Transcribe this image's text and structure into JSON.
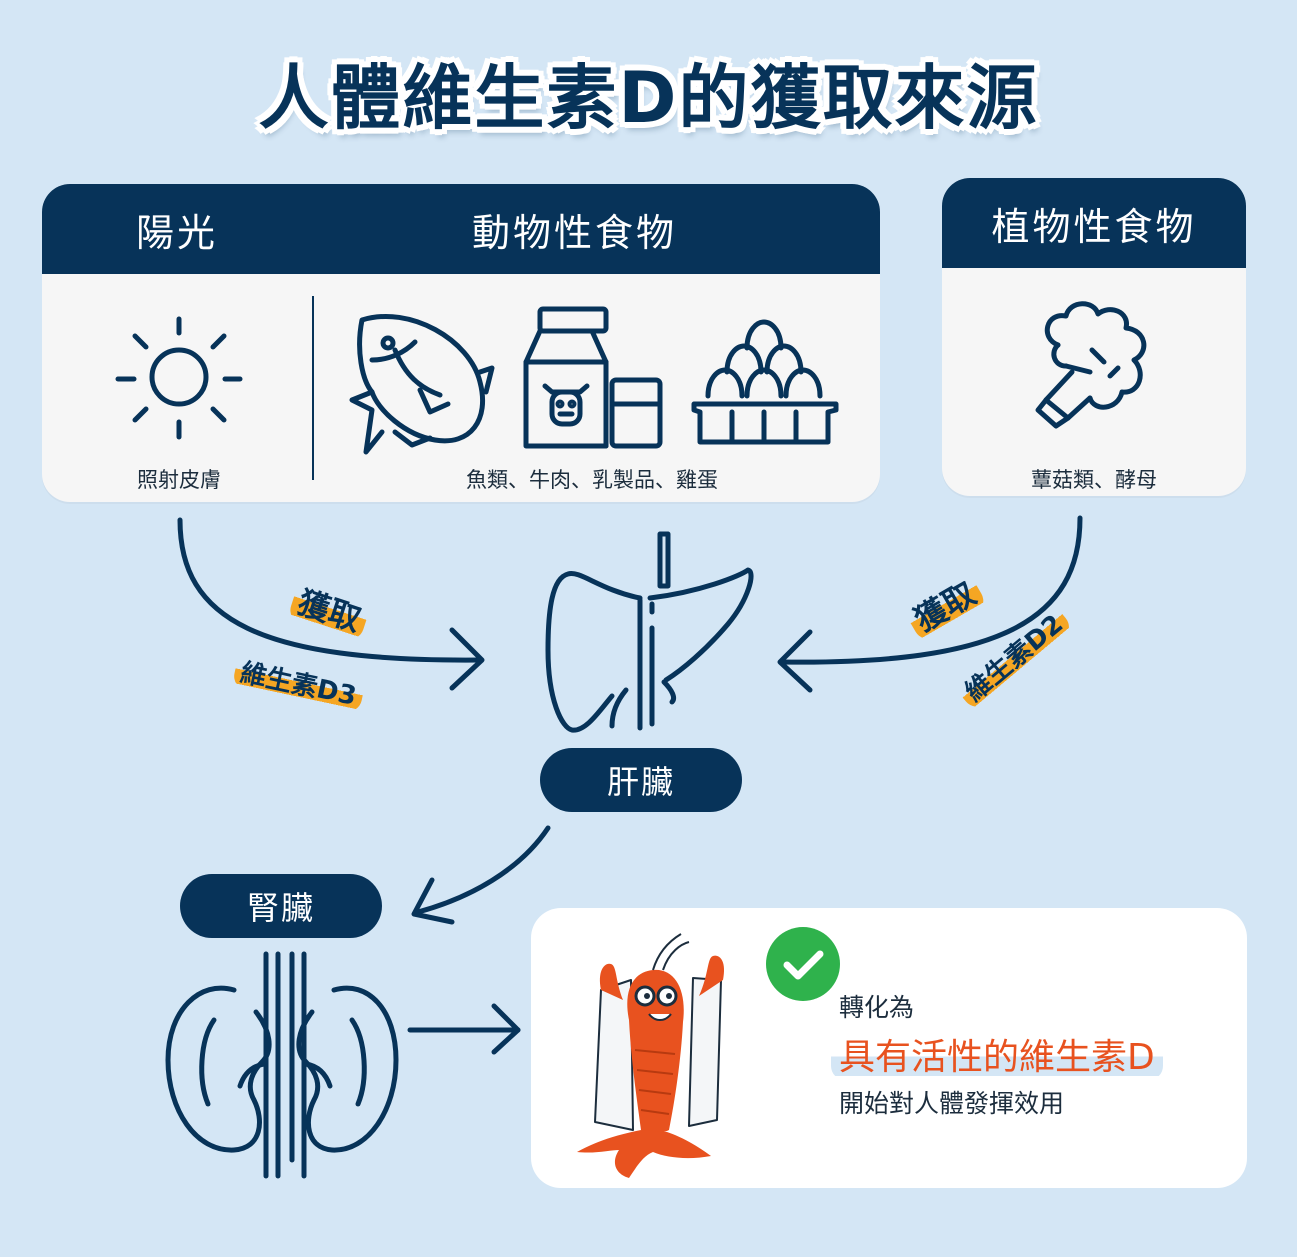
{
  "title": "人體維生素D的獲取來源",
  "sources": {
    "sunlight": {
      "label": "陽光",
      "caption": "照射皮膚"
    },
    "animal": {
      "label": "動物性食物",
      "caption": "魚類、牛肉、乳製品、雞蛋"
    },
    "plant": {
      "label": "植物性食物",
      "caption": "蕈菇類、酵母"
    }
  },
  "arrows": {
    "left": {
      "obtain": "獲取",
      "vitamin": "維生素D3"
    },
    "right": {
      "obtain": "獲取",
      "vitamin": "維生素D2"
    }
  },
  "organs": {
    "liver": "肝臟",
    "kidney": "腎臟"
  },
  "result": {
    "line1": "轉化為",
    "line2": "具有活性的維生素D",
    "line3": "開始對人體發揮效用"
  },
  "colors": {
    "navy": "#073359",
    "orange": "#f5a623",
    "accent": "#e8521f",
    "check": "#2fb24c",
    "background": "#d4e6f5"
  },
  "icons": [
    "sun-icon",
    "fish-icon",
    "milk-carton-icon",
    "eggs-icon",
    "broccoli-icon",
    "liver-icon",
    "kidney-icon",
    "check-icon",
    "shrimp-mascot-icon"
  ]
}
